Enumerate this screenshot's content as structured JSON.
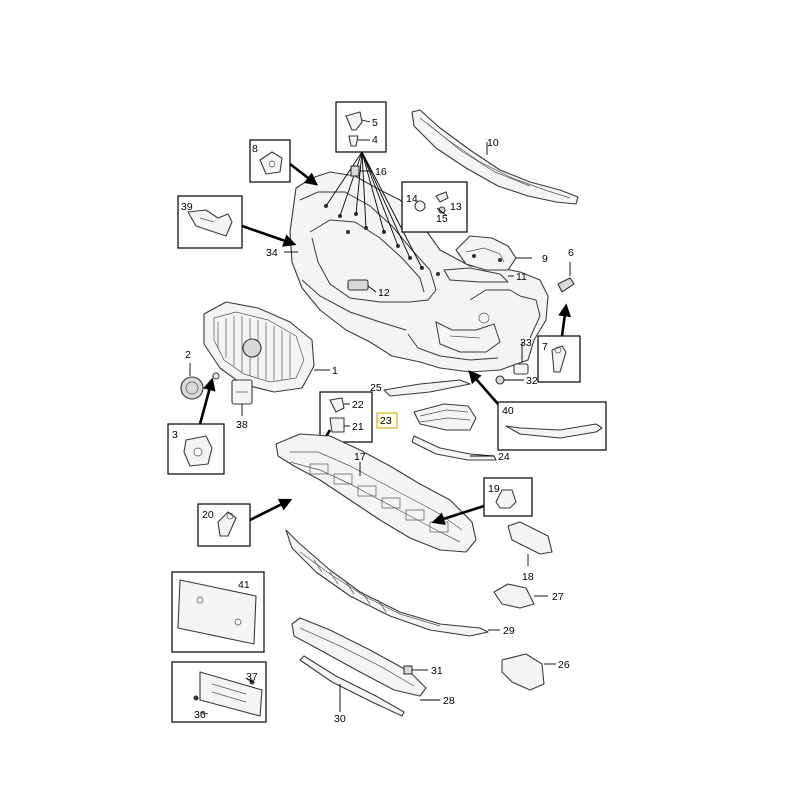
{
  "diagram": {
    "part_numbers": {
      "p1": "1",
      "p2": "2",
      "p3": "3",
      "p4": "4",
      "p5": "5",
      "p6": "6",
      "p7": "7",
      "p8": "8",
      "p9": "9",
      "p10": "10",
      "p11": "11",
      "p12": "12",
      "p13": "13",
      "p14": "14",
      "p15": "15",
      "p16": "16",
      "p17": "17",
      "p18": "18",
      "p19": "19",
      "p20": "20",
      "p21": "21",
      "p22": "22",
      "p23": "23",
      "p24": "24",
      "p25": "25",
      "p26": "26",
      "p27": "27",
      "p28": "28",
      "p29": "29",
      "p30": "30",
      "p31": "31",
      "p32": "32",
      "p33": "33",
      "p34": "34",
      "p36": "36",
      "p37": "37",
      "p38": "38",
      "p39": "39",
      "p40": "40",
      "p41": "41"
    }
  }
}
